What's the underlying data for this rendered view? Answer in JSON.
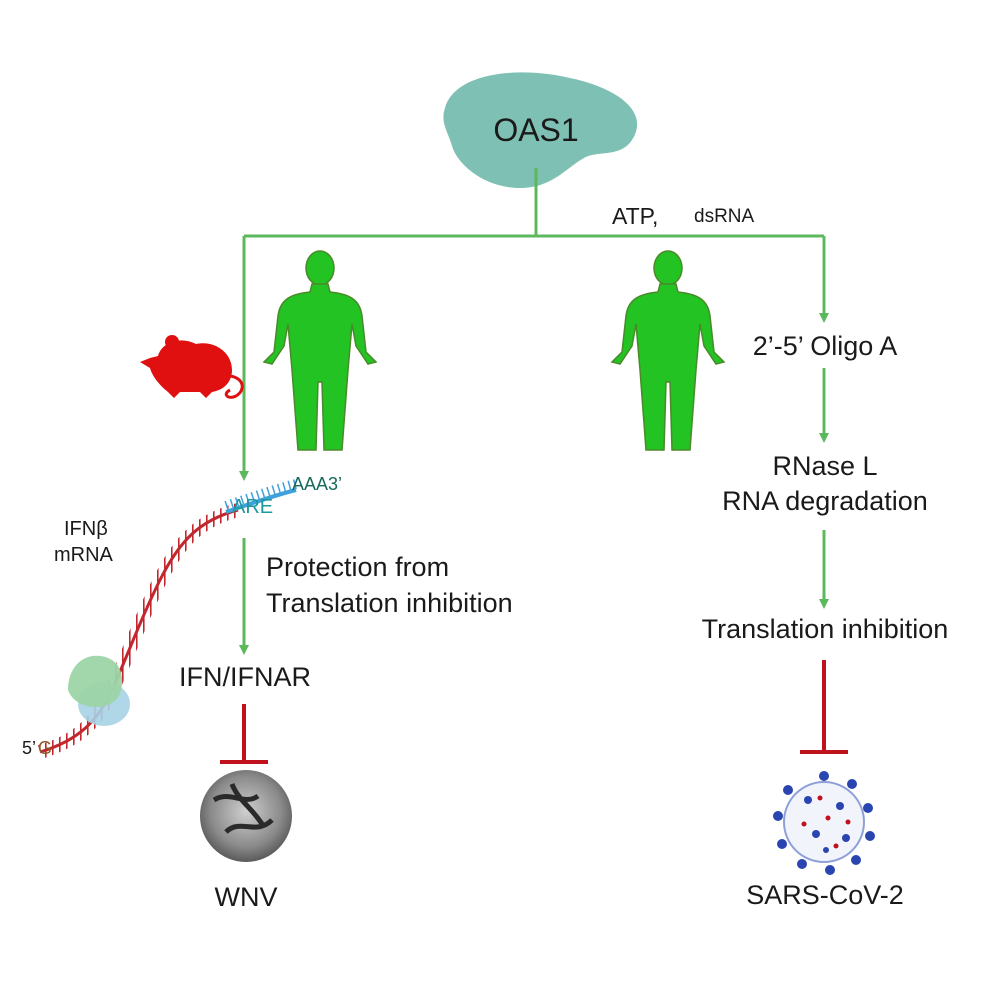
{
  "enzyme": {
    "label": "OAS1"
  },
  "cofactors": {
    "atp": "ATP,",
    "dsrna": "dsRNA"
  },
  "human_pathway": {
    "steps": [
      "2’-5’ Oligo A",
      "RNase L",
      "RNA degradation",
      "Translation inhibition"
    ],
    "target": "SARS-CoV-2"
  },
  "mouse_pathway": {
    "mrna_label_line1": "IFNβ",
    "mrna_label_line2": "mRNA",
    "mrna_5prime": "5’",
    "mrna_cap": "G",
    "mrna_3prime": "AAA3’",
    "are_label": "ARE",
    "effect_line1": "Protection from",
    "effect_line2": "Translation inhibition",
    "signal": "IFN/IFNAR",
    "target": "WNV"
  },
  "colors": {
    "oas1_blob": "#7fc0b4",
    "activation_arrow": "#5cb85c",
    "inhibition": "#c0111f",
    "human_figure": "#22c322",
    "mouse": "#e01010",
    "mrna_strand": "#c1272d",
    "are_segment": "#3fa1dc",
    "are_text": "#1a9a9a",
    "polya_text": "#156a5a"
  }
}
